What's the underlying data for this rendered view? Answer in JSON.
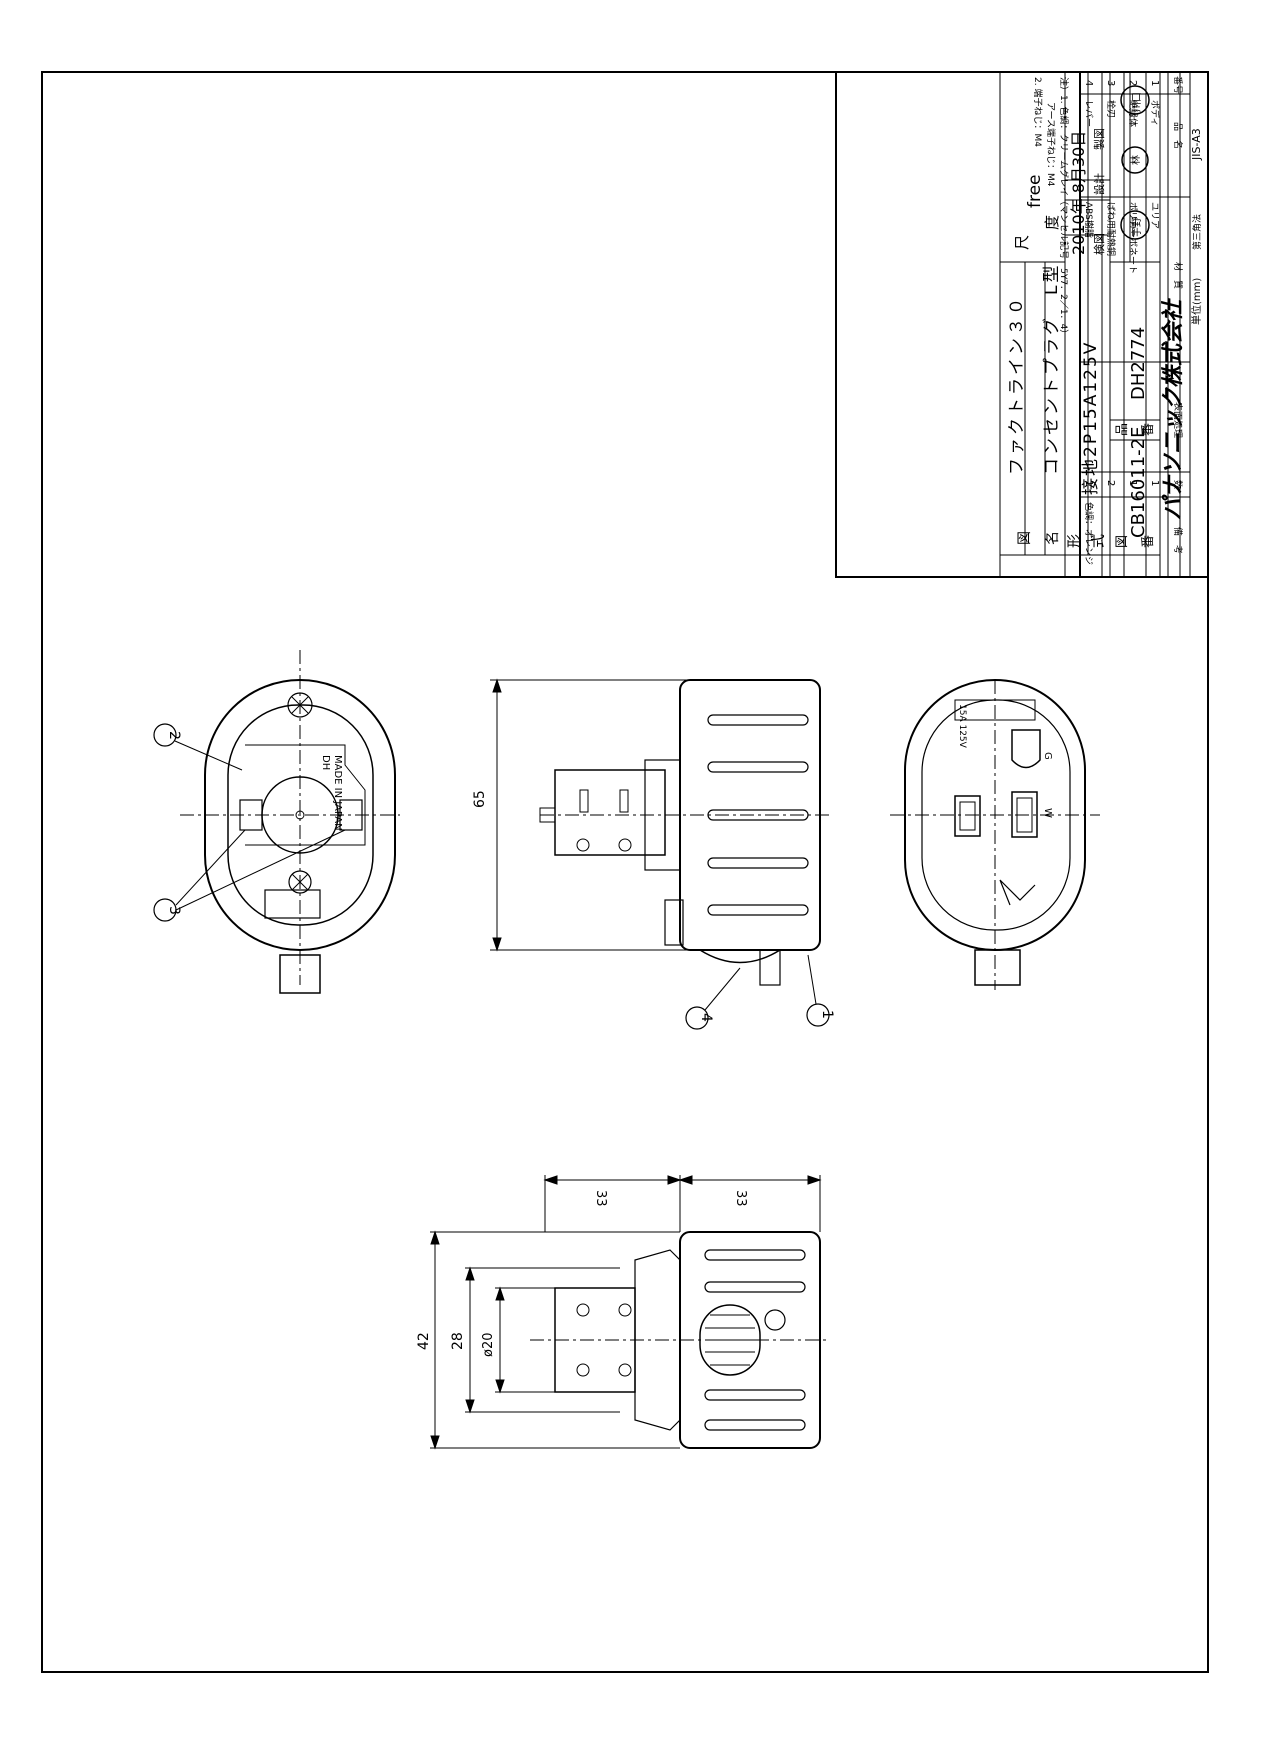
{
  "notes": {
    "line1": "注）1. 色調：クリームグレイ（マンセル記号　5Y7．2／1．4）",
    "line2": "アース端子ねじ：M4",
    "line3": "2. 端子ねじ：M4"
  },
  "parts_header": {
    "no": "番号",
    "name": "品　名",
    "material": "材　質",
    "finish": "表面処理",
    "qty": "数",
    "remarks": "備　考"
  },
  "parts": [
    {
      "no": "4",
      "name": "レバー",
      "material": "ABS樹脂",
      "qty": "1",
      "remarks": "色調：オレンジ"
    },
    {
      "no": "3",
      "name": "栓刃",
      "material": "ばね用耐熱銅",
      "qty": "2",
      "remarks": ""
    },
    {
      "no": "2",
      "name": "絶縁体",
      "material": "ポリカーボネート",
      "qty": "1",
      "remarks": ""
    },
    {
      "no": "1",
      "name": "ボディ",
      "material": "ユリア",
      "qty": "1",
      "remarks": ""
    }
  ],
  "title_block": {
    "zu_label": "図",
    "mei_label": "名",
    "name_line1": "ファクトライン３０",
    "name_line2": "コンセントプラグ　L型",
    "kata_label": "形",
    "shiki_label": "式",
    "model": "接地2P15A125V",
    "zuban_label1": "図",
    "zuban_label2": "番",
    "drawing_no": "CB16011-2E",
    "hin_label1": "品",
    "hin_label2": "番",
    "part_no": "DH2774",
    "scale_label1": "尺",
    "scale_label2": "度",
    "scale": "free",
    "date": "2010年 8月30日",
    "kenzu": "検図",
    "sekkei": "設計",
    "seizu": "製図",
    "stamp1": "宇野",
    "stamp2": "林",
    "stamp3": "川口",
    "company": "パナソニック株式会社",
    "unit": "単位(mm)",
    "projection": "第三角法",
    "paper": "JIS-A3"
  },
  "dimensions": {
    "d65": "65",
    "d33a": "33",
    "d33b": "33",
    "d42": "42",
    "d28": "28",
    "d20": "ø20"
  },
  "callouts": {
    "c1": "1",
    "c2": "2",
    "c3": "3",
    "c4": "4"
  },
  "markings": {
    "made_in": "MADE IN JAPAN",
    "dh": "DH",
    "rating": "15A 125V",
    "w": "W",
    "g": "G"
  }
}
